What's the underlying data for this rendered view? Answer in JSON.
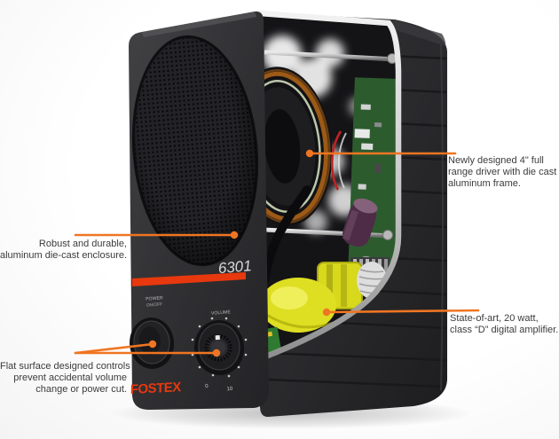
{
  "product": {
    "model": "6301",
    "brand": "FOSTEX",
    "power_label": "POWER",
    "power_switch_label": "ON/OFF",
    "volume_label": "VOLUME",
    "dial_min_label": "0",
    "dial_max_label": "10"
  },
  "callouts": {
    "driver": {
      "lines": [
        "Newly designed 4\" full",
        "range driver with die cast",
        "aluminum frame."
      ]
    },
    "enclosure": {
      "lines": [
        "Robust and durable,",
        "aluminum die-cast enclosure."
      ]
    },
    "amplifier": {
      "lines": [
        "State-of-art, 20 watt,",
        "class “D” digital amplifier."
      ]
    },
    "controls": {
      "lines": [
        "Flat surface designed controls",
        "prevent accidental volume",
        "change or power cut."
      ]
    }
  },
  "colors": {
    "callout_line": "#f07522",
    "accent_stripe": "#e8380d",
    "logo_color": "#e8380d",
    "callout_text": "#3b3b3d"
  }
}
